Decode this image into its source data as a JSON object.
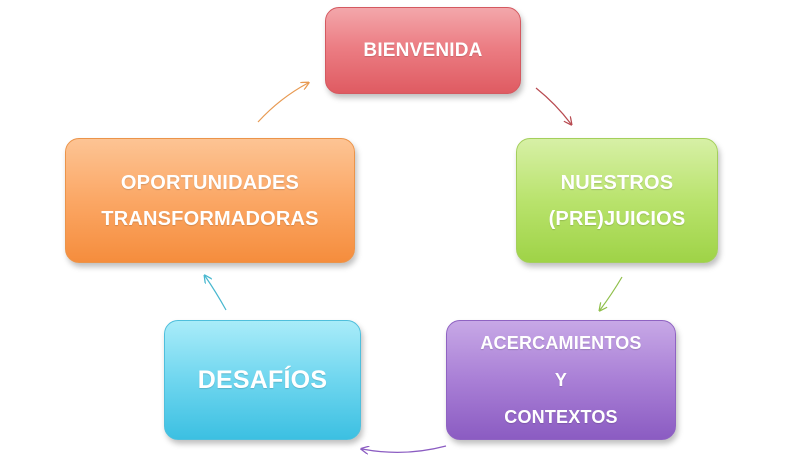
{
  "diagram": {
    "nodes": {
      "bienvenida": {
        "line1": "BIENVENIDA"
      },
      "prejuicios": {
        "line1": "NUESTROS",
        "line2": "(PRE)JUICIOS"
      },
      "acercamientos": {
        "line1": "ACERCAMIENTOS",
        "line2": "Y",
        "line3": "CONTEXTOS"
      },
      "desafios": {
        "line1": "DESAFÍOS"
      },
      "oportunidades": {
        "line1": "OPORTUNIDADES",
        "line2": "TRANSFORMADORAS"
      }
    },
    "colors": {
      "bienvenida": "#ec7e84",
      "prejuicios": "#b9e36d",
      "acercamientos": "#a97fd6",
      "desafios": "#6fd6ef",
      "oportunidades": "#fba765"
    },
    "flow": [
      "bienvenida",
      "prejuicios",
      "acercamientos",
      "desafios",
      "oportunidades"
    ]
  }
}
